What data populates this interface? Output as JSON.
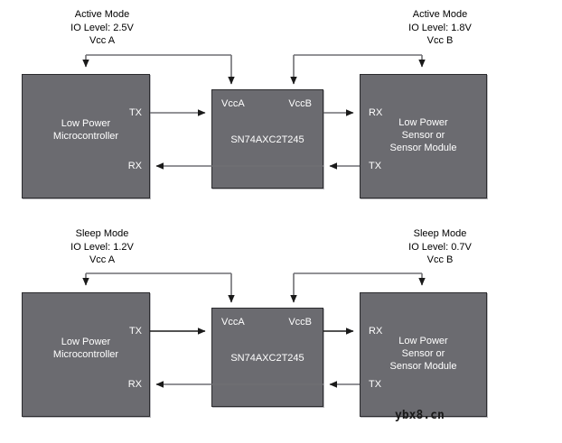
{
  "diagram": {
    "title_hidden": "",
    "watermark": "ybx8.cn",
    "colors": {
      "block_fill": "#6b6b70",
      "block_border": "#2b2b2e",
      "wire_dark": "#1a1a1a",
      "wire_gray": "#6f6f73",
      "text_on_block": "#ffffff",
      "text_label": "#000000",
      "page_bg": "#ffffff"
    },
    "sections": [
      {
        "id": "active-mode",
        "left_header": "Active Mode\nIO Level: 2.5V\nVcc A",
        "right_header": "Active Mode\nIO Level: 1.8V\nVcc B",
        "left_block": {
          "label": "Low Power\nMicrocontroller",
          "pins": [
            {
              "name": "TX",
              "side": "right"
            },
            {
              "name": "RX",
              "side": "right"
            }
          ]
        },
        "center_block": {
          "label": "SN74AXC2T245",
          "pins": [
            {
              "name": "VccA",
              "side": "top-left"
            },
            {
              "name": "VccB",
              "side": "top-right"
            }
          ]
        },
        "right_block": {
          "label": "Low Power\nSensor or\nSensor Module",
          "pins": [
            {
              "name": "RX",
              "side": "left"
            },
            {
              "name": "TX",
              "side": "left"
            }
          ]
        }
      },
      {
        "id": "sleep-mode",
        "left_header": "Sleep Mode\nIO Level: 1.2V\nVcc A",
        "right_header": "Sleep Mode\nIO Level: 0.7V\nVcc B",
        "left_block": {
          "label": "Low Power\nMicrocontroller",
          "pins": [
            {
              "name": "TX",
              "side": "right"
            },
            {
              "name": "RX",
              "side": "right"
            }
          ]
        },
        "center_block": {
          "label": "SN74AXC2T245",
          "pins": [
            {
              "name": "VccA",
              "side": "top-left"
            },
            {
              "name": "VccB",
              "side": "top-right"
            }
          ]
        },
        "right_block": {
          "label": "Low Power\nSensor or\nSensor Module",
          "pins": [
            {
              "name": "RX",
              "side": "left"
            },
            {
              "name": "TX",
              "side": "left"
            }
          ]
        }
      }
    ]
  }
}
